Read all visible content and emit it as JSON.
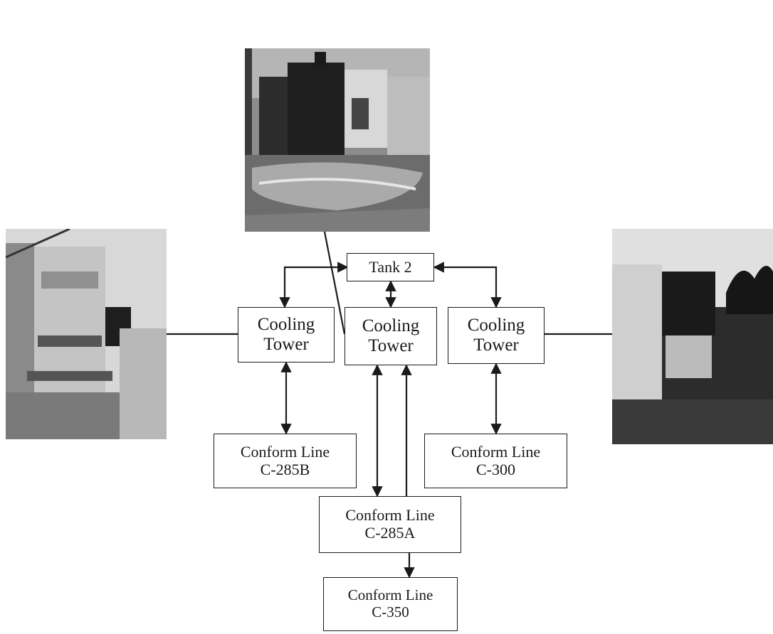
{
  "diagram": {
    "tank": {
      "label": "Tank 2"
    },
    "cooling_towers": [
      {
        "line1": "Cooling",
        "line2": "Tower"
      },
      {
        "line1": "Cooling",
        "line2": "Tower"
      },
      {
        "line1": "Cooling",
        "line2": "Tower"
      }
    ],
    "conform_lines": [
      {
        "line1": "Conform Line",
        "line2": "C-285B"
      },
      {
        "line1": "Conform Line",
        "line2": "C-300"
      },
      {
        "line1": "Conform Line",
        "line2": "C-285A"
      },
      {
        "line1": "Conform Line",
        "line2": "C-350"
      }
    ],
    "photos": [
      {
        "subject": "cooling-tower-photo-left"
      },
      {
        "subject": "tank-photo-top"
      },
      {
        "subject": "cooling-tower-photo-right"
      }
    ],
    "colors": {
      "line": "#1a1a1a",
      "box_border": "#1a1a1a",
      "photo_dark": "#2a2a2a",
      "photo_light": "#cfcfcf"
    }
  }
}
